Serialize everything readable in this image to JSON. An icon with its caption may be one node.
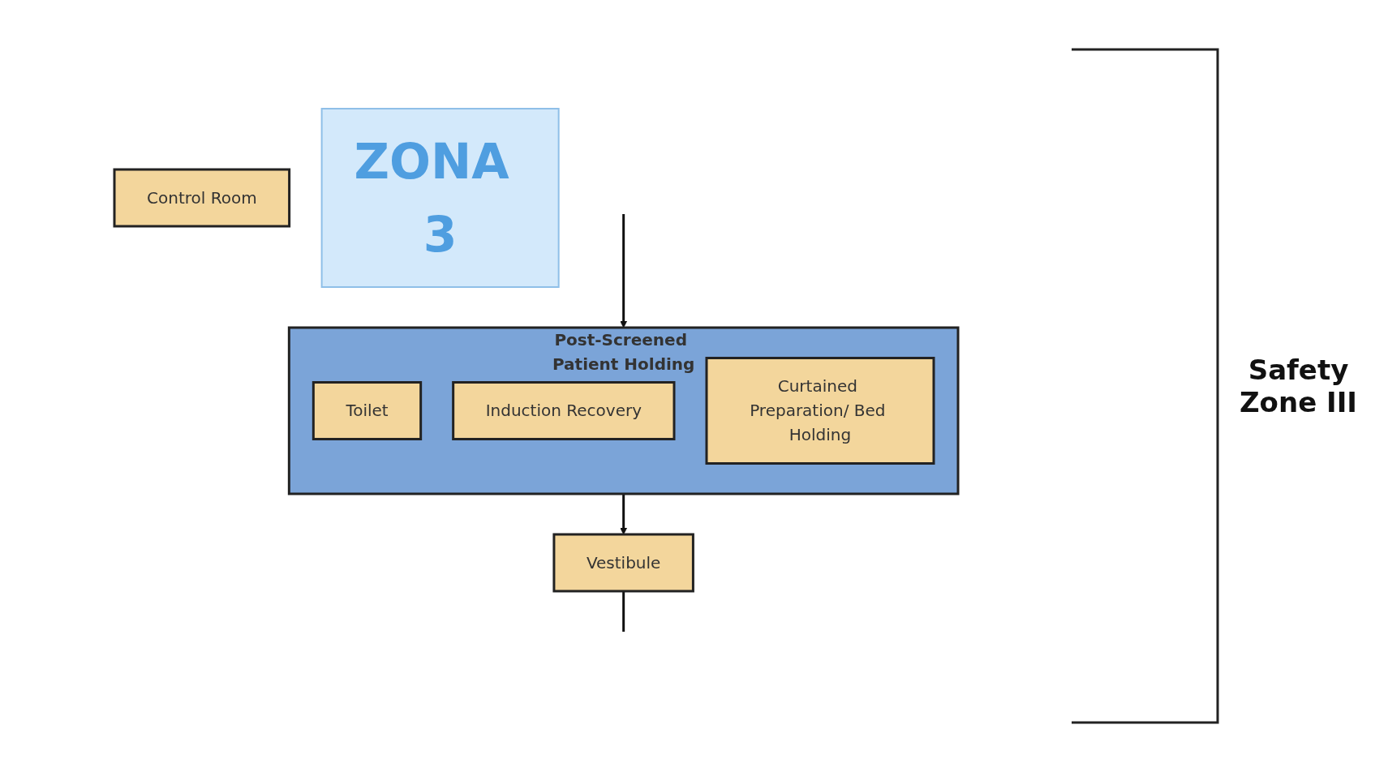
{
  "diagram": {
    "nodes": [
      {
        "text": [
          "Post-Screened Patient Holding"
        ]
      },
      {
        "text": [
          "Toilet"
        ],
        "in": 0
      },
      {
        "text": [
          "Induction Recovery"
        ],
        "in": 0
      },
      {
        "text": [
          "Curtained Preparation/ Bed Holding"
        ],
        "in": 0
      },
      {
        "text": [
          "Control Room"
        ]
      },
      {
        "text": [
          "Vestibule"
        ]
      },
      {
        "text": [
          "ZONA 3"
        ]
      }
    ],
    "edges": [
      {
        "from": null,
        "to": 0,
        "arrow": "to"
      },
      {
        "from": 0,
        "to": 5,
        "arrow": "to"
      },
      {
        "from": 5,
        "to": null,
        "arrow": "none"
      }
    ],
    "labels": [
      "Safety Zone III"
    ]
  }
}
